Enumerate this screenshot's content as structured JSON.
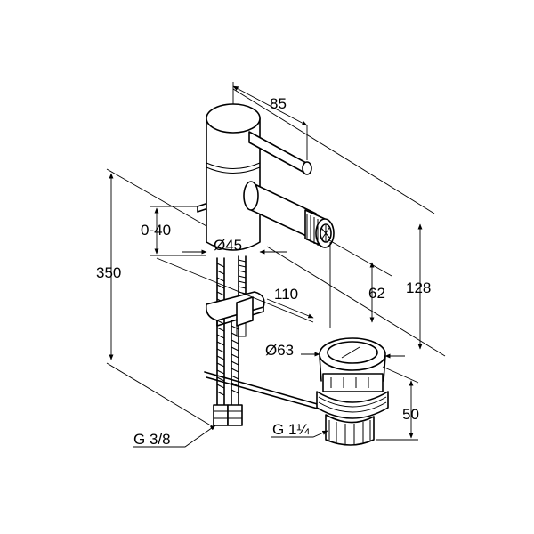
{
  "dimensions": {
    "offset_85": "85",
    "height_128": "128",
    "range_0_40": "0-40",
    "dia_45": "Ø45",
    "length_110": "110",
    "height_62": "62",
    "height_350": "350",
    "dia_63": "Ø63",
    "height_50": "50",
    "thread_g38": "G 3/8",
    "thread_g114": "G 1¼"
  },
  "colors": {
    "line": "#000000",
    "background": "#ffffff"
  }
}
